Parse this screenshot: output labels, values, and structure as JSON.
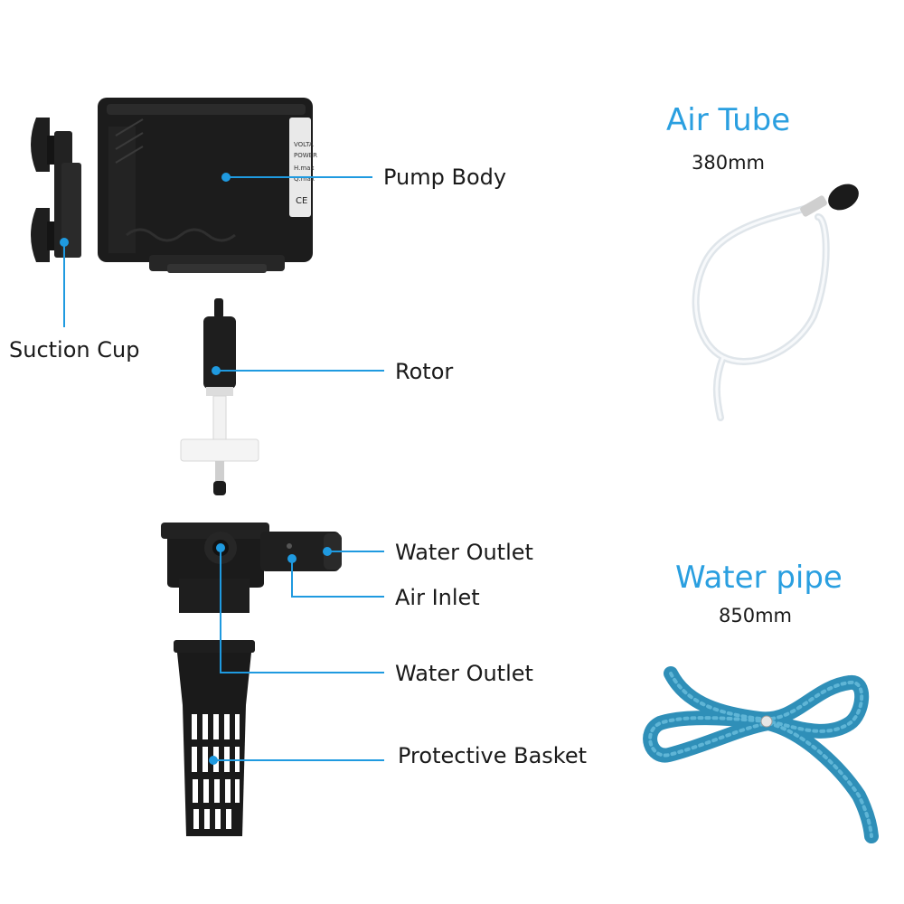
{
  "colors": {
    "accent": "#2a9fe0",
    "callout_line": "#1f9ae0",
    "part_dark": "#1b1b1b",
    "tube_clear": "#e8ecef",
    "pipe_blue": "#2f8fb8"
  },
  "callouts": {
    "pump_body": "Pump Body",
    "suction_cup": "Suction Cup",
    "rotor": "Rotor",
    "water_outlet_top": "Water Outlet",
    "air_inlet": "Air Inlet",
    "water_outlet_bottom": "Water Outlet",
    "protective_basket": "Protective Basket"
  },
  "accessories": {
    "air_tube": {
      "title": "Air Tube",
      "length": "380mm"
    },
    "water_pipe": {
      "title": "Water pipe",
      "length": "850mm"
    }
  },
  "pump_label_lines": [
    "VOLTA",
    "POWER",
    "H.max",
    "Q.max",
    "CE"
  ]
}
